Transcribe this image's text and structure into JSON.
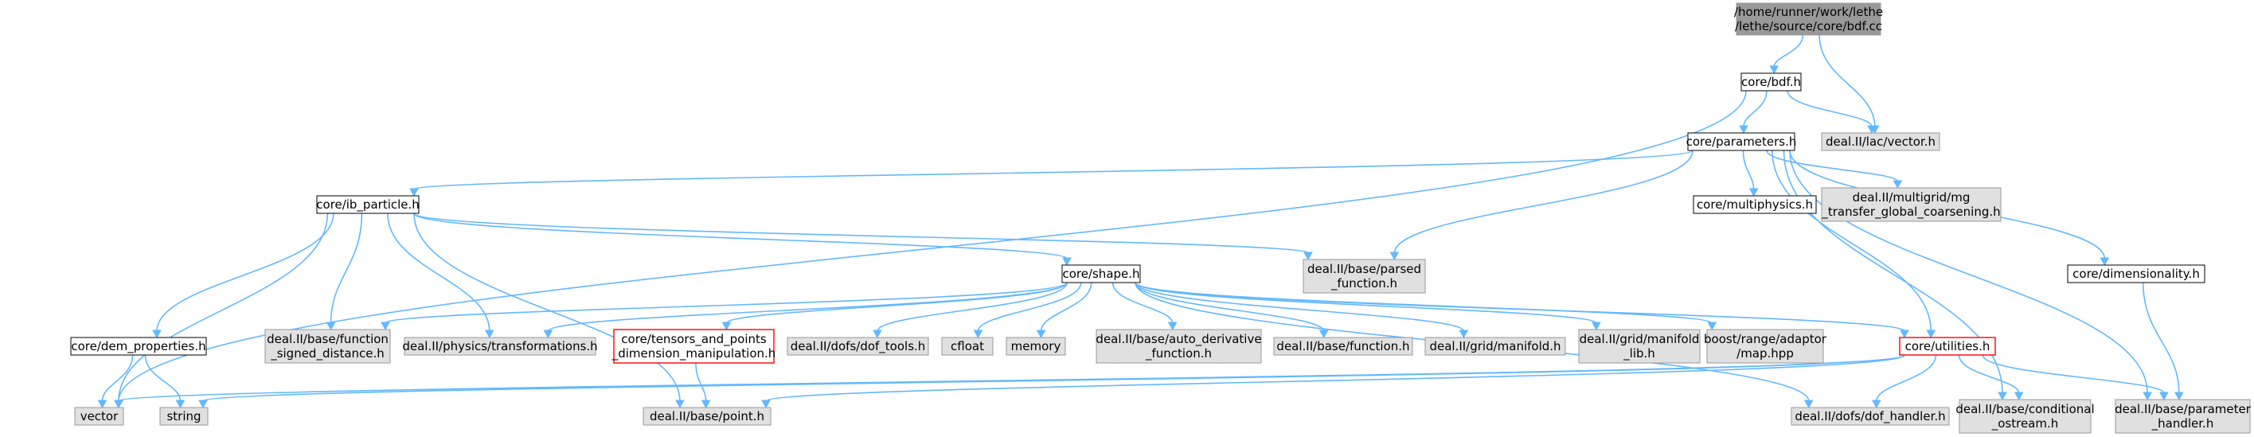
{
  "colors": {
    "root_fill": "#999999",
    "doc_fill": "#ffffff",
    "external_fill": "#e0e0e0",
    "node_border_normal": "#000000",
    "node_border_external": "#999999",
    "node_border_highlight": "#ff0000",
    "edge": "#63b8ff"
  },
  "nodes": [
    {
      "id": "bdf_cc",
      "kind": "root",
      "lines": [
        "/home/runner/work/lethe",
        "/lethe/source/core/bdf.cc"
      ]
    },
    {
      "id": "core_bdf_h",
      "kind": "doc",
      "lines": [
        "core/bdf.h"
      ]
    },
    {
      "id": "lac_vector",
      "kind": "external",
      "lines": [
        "deal.II/lac/vector.h"
      ]
    },
    {
      "id": "core_parameters",
      "kind": "doc",
      "lines": [
        "core/parameters.h"
      ]
    },
    {
      "id": "core_ib_particle",
      "kind": "doc",
      "lines": [
        "core/ib_particle.h"
      ]
    },
    {
      "id": "core_multiphysics",
      "kind": "doc",
      "lines": [
        "core/multiphysics.h"
      ]
    },
    {
      "id": "mg_transfer",
      "kind": "external",
      "lines": [
        "deal.II/multigrid/mg",
        "_transfer_global_coarsening.h"
      ]
    },
    {
      "id": "core_dimensionality",
      "kind": "doc",
      "lines": [
        "core/dimensionality.h"
      ]
    },
    {
      "id": "parsed_function",
      "kind": "external",
      "lines": [
        "deal.II/base/parsed",
        "_function.h"
      ]
    },
    {
      "id": "core_shape",
      "kind": "doc",
      "lines": [
        "core/shape.h"
      ]
    },
    {
      "id": "core_dem_properties",
      "kind": "doc",
      "lines": [
        "core/dem_properties.h"
      ]
    },
    {
      "id": "function_signed",
      "kind": "external",
      "lines": [
        "deal.II/base/function",
        "_signed_distance.h"
      ]
    },
    {
      "id": "physics_transformations",
      "kind": "external",
      "lines": [
        "deal.II/physics/transformations.h"
      ]
    },
    {
      "id": "tensors_points",
      "kind": "highlight",
      "lines": [
        "core/tensors_and_points",
        "_dimension_manipulation.h"
      ]
    },
    {
      "id": "dof_tools",
      "kind": "external",
      "lines": [
        "deal.II/dofs/dof_tools.h"
      ]
    },
    {
      "id": "cfloat",
      "kind": "external",
      "lines": [
        "cfloat"
      ]
    },
    {
      "id": "memory",
      "kind": "external",
      "lines": [
        "memory"
      ]
    },
    {
      "id": "auto_derivative",
      "kind": "external",
      "lines": [
        "deal.II/base/auto_derivative",
        "_function.h"
      ]
    },
    {
      "id": "base_function",
      "kind": "external",
      "lines": [
        "deal.II/base/function.h"
      ]
    },
    {
      "id": "grid_manifold",
      "kind": "external",
      "lines": [
        "deal.II/grid/manifold.h"
      ]
    },
    {
      "id": "grid_manifold_lib",
      "kind": "external",
      "lines": [
        "deal.II/grid/manifold",
        "_lib.h"
      ]
    },
    {
      "id": "boost_map",
      "kind": "external",
      "lines": [
        "boost/range/adaptor",
        "/map.hpp"
      ]
    },
    {
      "id": "core_utilities",
      "kind": "highlight",
      "lines": [
        "core/utilities.h"
      ]
    },
    {
      "id": "vector",
      "kind": "external",
      "lines": [
        "vector"
      ]
    },
    {
      "id": "string",
      "kind": "external",
      "lines": [
        "string"
      ]
    },
    {
      "id": "base_point",
      "kind": "external",
      "lines": [
        "deal.II/base/point.h"
      ]
    },
    {
      "id": "dof_handler",
      "kind": "external",
      "lines": [
        "deal.II/dofs/dof_handler.h"
      ]
    },
    {
      "id": "conditional_ostream",
      "kind": "external",
      "lines": [
        "deal.II/base/conditional",
        "_ostream.h"
      ]
    },
    {
      "id": "parameter_handler",
      "kind": "external",
      "lines": [
        "deal.II/base/parameter",
        "_handler.h"
      ]
    }
  ],
  "edges": [
    [
      "bdf_cc",
      "core_bdf_h"
    ],
    [
      "bdf_cc",
      "lac_vector"
    ],
    [
      "core_bdf_h",
      "lac_vector"
    ],
    [
      "core_bdf_h",
      "core_parameters"
    ],
    [
      "core_bdf_h",
      "vector"
    ],
    [
      "core_parameters",
      "core_ib_particle"
    ],
    [
      "core_parameters",
      "core_multiphysics"
    ],
    [
      "core_parameters",
      "mg_transfer"
    ],
    [
      "core_parameters",
      "core_dimensionality"
    ],
    [
      "core_parameters",
      "parsed_function"
    ],
    [
      "core_parameters",
      "core_utilities"
    ],
    [
      "core_parameters",
      "conditional_ostream"
    ],
    [
      "core_parameters",
      "parameter_handler"
    ],
    [
      "core_ib_particle",
      "core_shape"
    ],
    [
      "core_ib_particle",
      "parsed_function"
    ],
    [
      "core_ib_particle",
      "core_dem_properties"
    ],
    [
      "core_ib_particle",
      "function_signed"
    ],
    [
      "core_ib_particle",
      "physics_transformations"
    ],
    [
      "core_ib_particle",
      "vector"
    ],
    [
      "core_ib_particle",
      "base_point"
    ],
    [
      "core_shape",
      "function_signed"
    ],
    [
      "core_shape",
      "physics_transformations"
    ],
    [
      "core_shape",
      "tensors_points"
    ],
    [
      "core_shape",
      "dof_tools"
    ],
    [
      "core_shape",
      "cfloat"
    ],
    [
      "core_shape",
      "memory"
    ],
    [
      "core_shape",
      "auto_derivative"
    ],
    [
      "core_shape",
      "base_function"
    ],
    [
      "core_shape",
      "grid_manifold"
    ],
    [
      "core_shape",
      "grid_manifold_lib"
    ],
    [
      "core_shape",
      "boost_map"
    ],
    [
      "core_shape",
      "core_utilities"
    ],
    [
      "core_shape",
      "dof_handler"
    ],
    [
      "core_dem_properties",
      "vector"
    ],
    [
      "core_dem_properties",
      "string"
    ],
    [
      "tensors_points",
      "base_point"
    ],
    [
      "core_utilities",
      "vector"
    ],
    [
      "core_utilities",
      "string"
    ],
    [
      "core_utilities",
      "base_point"
    ],
    [
      "core_utilities",
      "dof_handler"
    ],
    [
      "core_utilities",
      "conditional_ostream"
    ],
    [
      "core_utilities",
      "parameter_handler"
    ],
    [
      "core_dimensionality",
      "parameter_handler"
    ]
  ]
}
